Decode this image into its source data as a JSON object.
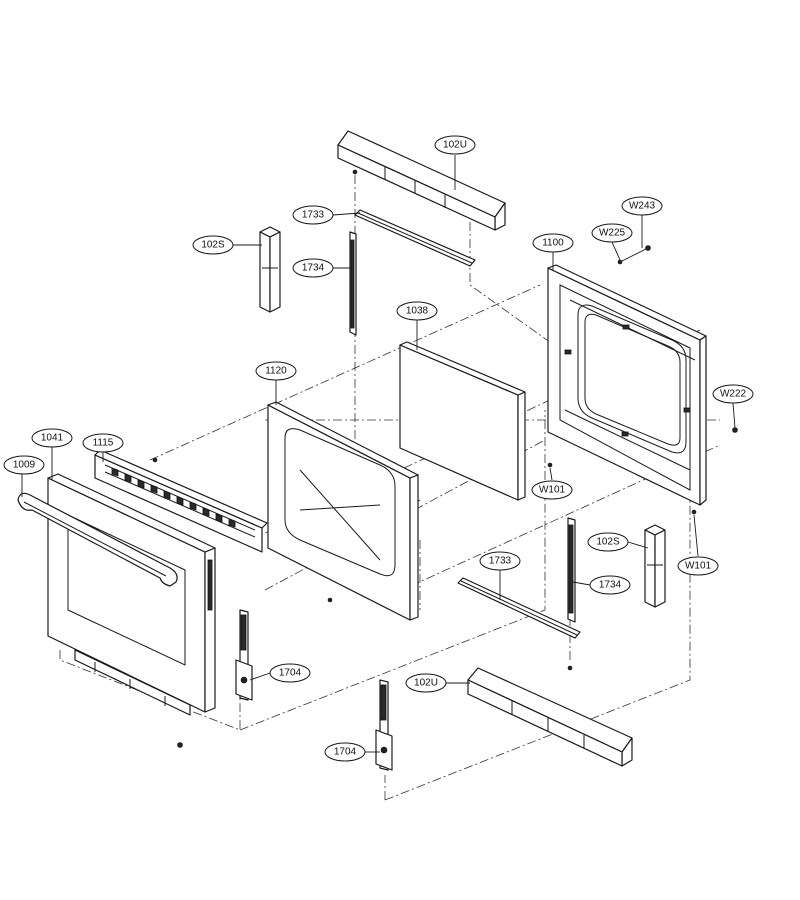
{
  "callouts": [
    {
      "id": "c-102u-top",
      "label": "102U"
    },
    {
      "id": "c-1733-top",
      "label": "1733"
    },
    {
      "id": "c-102s-left",
      "label": "102S"
    },
    {
      "id": "c-1734-top",
      "label": "1734"
    },
    {
      "id": "c-w243",
      "label": "W243"
    },
    {
      "id": "c-w225",
      "label": "W225"
    },
    {
      "id": "c-1100",
      "label": "1100"
    },
    {
      "id": "c-1038",
      "label": "1038"
    },
    {
      "id": "c-1120",
      "label": "1120"
    },
    {
      "id": "c-w222",
      "label": "W222"
    },
    {
      "id": "c-1115",
      "label": "1115"
    },
    {
      "id": "c-1041",
      "label": "1041"
    },
    {
      "id": "c-1009",
      "label": "1009"
    },
    {
      "id": "c-w101-a",
      "label": "W101"
    },
    {
      "id": "c-102s-right",
      "label": "102S"
    },
    {
      "id": "c-w101-b",
      "label": "W101"
    },
    {
      "id": "c-1733-bottom",
      "label": "1733"
    },
    {
      "id": "c-1734-bottom",
      "label": "1734"
    },
    {
      "id": "c-1704-a",
      "label": "1704"
    },
    {
      "id": "c-102u-bottom",
      "label": "102U"
    },
    {
      "id": "c-1704-b",
      "label": "1704"
    }
  ]
}
